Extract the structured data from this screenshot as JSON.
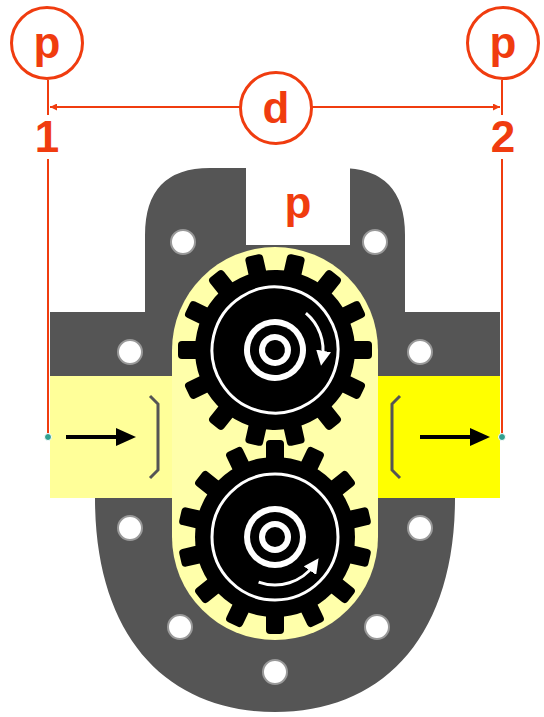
{
  "diagram": {
    "nodes": [
      {
        "text": [
          "p",
          "1"
        ]
      },
      {
        "text": [
          "d"
        ]
      },
      {
        "text": [
          "p",
          "2"
        ]
      },
      {
        "text": [
          "p"
        ]
      }
    ]
  }
}
